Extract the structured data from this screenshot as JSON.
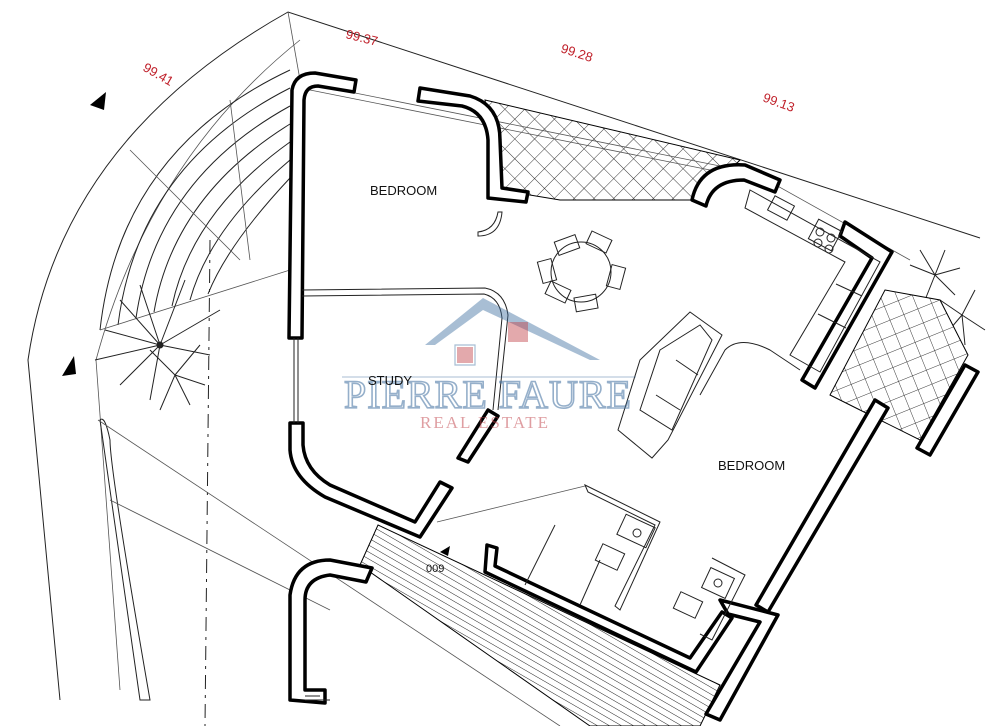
{
  "rooms": {
    "bedroom_north": "BEDROOM",
    "study": "STUDY",
    "bedroom_east": "BEDROOM"
  },
  "levels": [
    "99.41",
    "99.37",
    "99.28",
    "99.13"
  ],
  "unit_label": "009",
  "watermark": {
    "name": "PIERRE FAURE",
    "tagline": "REAL ESTATE"
  }
}
